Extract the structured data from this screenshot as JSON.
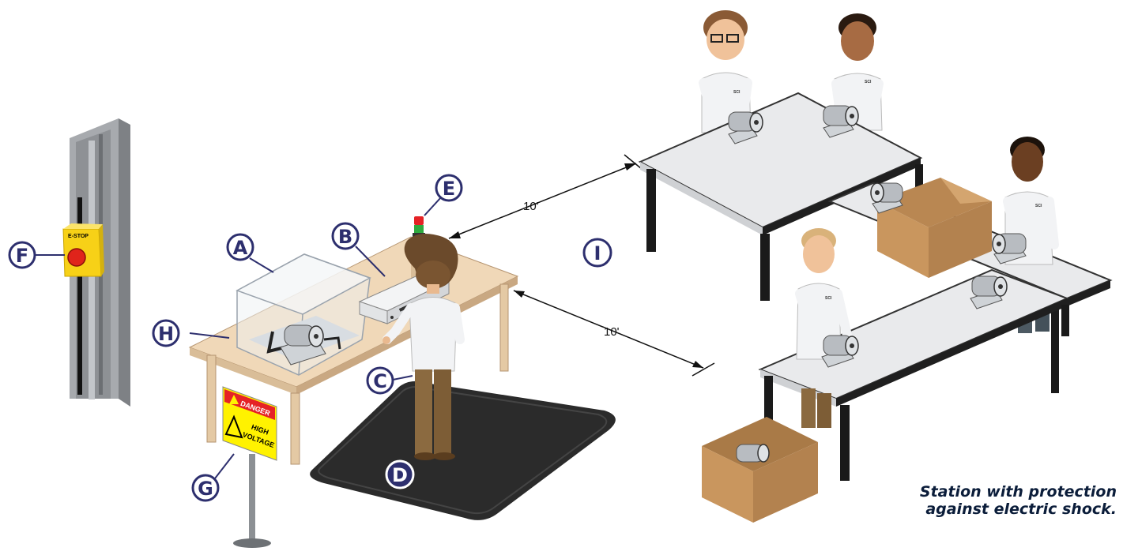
{
  "callouts": {
    "A": "A",
    "B": "B",
    "C": "C",
    "D": "D",
    "E": "E",
    "F": "F",
    "G": "G",
    "H": "H",
    "I": "I"
  },
  "estop_label": "E-STOP",
  "sign": {
    "title": "DANGER",
    "line1": "HIGH",
    "line2": "VOLTAGE"
  },
  "distances": {
    "upper": "10'",
    "lower": "10'"
  },
  "shirt_logo": "SCI",
  "caption": {
    "line1": "Station with protection",
    "line2": "against electric shock."
  },
  "colors": {
    "callout_outline": "#2d2f6e",
    "callout_fill": "#ffffff",
    "dark_callout_fill": "#2d2f6e",
    "table_top_wood": "#f0d8b8",
    "table_top_grey": "#e9eaec",
    "table_legs": "#1a1a1a",
    "mat": "#2b2b2b",
    "box": "#c9965e",
    "estop_yellow": "#f7d117",
    "estop_red": "#e0241b",
    "sign_red": "#e52226",
    "sign_yellow": "#fff200",
    "caption": "#0b1d3a"
  },
  "icons": [
    "enclosure-box",
    "power-supply-unit",
    "stack-light",
    "e-stop-button",
    "danger-sign",
    "motor",
    "cardboard-box",
    "anti-fatigue-mat",
    "worker"
  ]
}
